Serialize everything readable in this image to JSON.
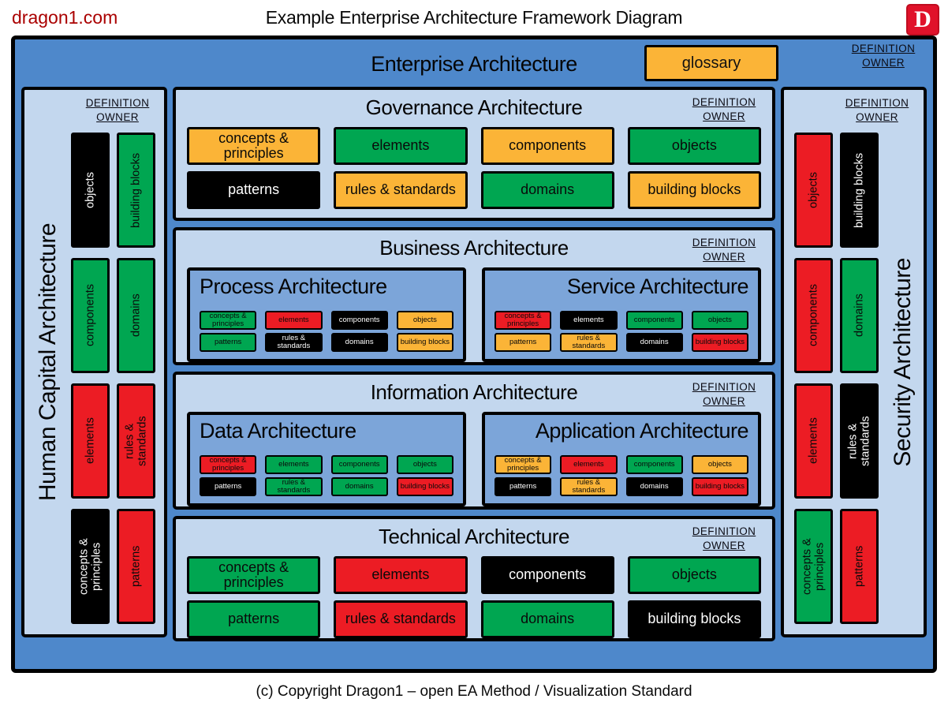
{
  "colors": {
    "orange": "#FBB437",
    "green": "#00A651",
    "red": "#EC1C24",
    "black": "#000000",
    "mainBlue": "#4E88CB",
    "panelBlue": "#C3D7EE",
    "subPanelBlue": "#7CA5D9",
    "brandRed": "#AA0000",
    "logoRed": "#E0122A"
  },
  "labels": {
    "definition_owner": "DEFINITION OWNER"
  },
  "header": {
    "brand": "dragon1.com",
    "title": "Example Enterprise Architecture Framework Diagram",
    "logo_letter": "D"
  },
  "enterprise": {
    "title": "Enterprise Architecture",
    "glossary_label": "glossary"
  },
  "left_panel": {
    "title": "Human Capital Architecture",
    "blocks": [
      {
        "label": "objects",
        "color": "black"
      },
      {
        "label": "building blocks",
        "color": "green"
      },
      {
        "label": "components",
        "color": "green"
      },
      {
        "label": "domains",
        "color": "green"
      },
      {
        "label": "elements",
        "color": "red"
      },
      {
        "label": "rules & standards",
        "color": "red"
      },
      {
        "label": "concepts & principles",
        "color": "black"
      },
      {
        "label": "patterns",
        "color": "red"
      }
    ]
  },
  "right_panel": {
    "title": "Security Architecture",
    "blocks": [
      {
        "label": "objects",
        "color": "red"
      },
      {
        "label": "building blocks",
        "color": "black"
      },
      {
        "label": "components",
        "color": "red"
      },
      {
        "label": "domains",
        "color": "green"
      },
      {
        "label": "elements",
        "color": "red"
      },
      {
        "label": "rules & standards",
        "color": "black"
      },
      {
        "label": "concepts & principles",
        "color": "green"
      },
      {
        "label": "patterns",
        "color": "red"
      }
    ]
  },
  "sections": {
    "governance": {
      "title": "Governance Architecture",
      "blocks": [
        {
          "label": "concepts & principles",
          "color": "orange"
        },
        {
          "label": "elements",
          "color": "green"
        },
        {
          "label": "components",
          "color": "orange"
        },
        {
          "label": "objects",
          "color": "green"
        },
        {
          "label": "patterns",
          "color": "black"
        },
        {
          "label": "rules & standards",
          "color": "orange"
        },
        {
          "label": "domains",
          "color": "green"
        },
        {
          "label": "building blocks",
          "color": "orange"
        }
      ]
    },
    "business": {
      "title": "Business Architecture",
      "process": {
        "title": "Process Architecture",
        "blocks": [
          {
            "label": "concepts & principles",
            "color": "green"
          },
          {
            "label": "elements",
            "color": "red"
          },
          {
            "label": "components",
            "color": "black"
          },
          {
            "label": "objects",
            "color": "orange"
          },
          {
            "label": "patterns",
            "color": "green"
          },
          {
            "label": "rules & standards",
            "color": "black"
          },
          {
            "label": "domains",
            "color": "black"
          },
          {
            "label": "building blocks",
            "color": "orange"
          }
        ]
      },
      "service": {
        "title": "Service Architecture",
        "blocks": [
          {
            "label": "concepts & principles",
            "color": "red"
          },
          {
            "label": "elements",
            "color": "black"
          },
          {
            "label": "components",
            "color": "green"
          },
          {
            "label": "objects",
            "color": "green"
          },
          {
            "label": "patterns",
            "color": "orange"
          },
          {
            "label": "rules & standards",
            "color": "orange"
          },
          {
            "label": "domains",
            "color": "black"
          },
          {
            "label": "building blocks",
            "color": "red"
          }
        ]
      }
    },
    "information": {
      "title": "Information Architecture",
      "data": {
        "title": "Data Architecture",
        "blocks": [
          {
            "label": "concepts & principles",
            "color": "red"
          },
          {
            "label": "elements",
            "color": "green"
          },
          {
            "label": "components",
            "color": "green"
          },
          {
            "label": "objects",
            "color": "green"
          },
          {
            "label": "patterns",
            "color": "black"
          },
          {
            "label": "rules & standards",
            "color": "green"
          },
          {
            "label": "domains",
            "color": "green"
          },
          {
            "label": "building blocks",
            "color": "red"
          }
        ]
      },
      "application": {
        "title": "Application Architecture",
        "blocks": [
          {
            "label": "concepts & principles",
            "color": "orange"
          },
          {
            "label": "elements",
            "color": "red"
          },
          {
            "label": "components",
            "color": "green"
          },
          {
            "label": "objects",
            "color": "orange"
          },
          {
            "label": "patterns",
            "color": "black"
          },
          {
            "label": "rules & standards",
            "color": "orange"
          },
          {
            "label": "domains",
            "color": "black"
          },
          {
            "label": "building blocks",
            "color": "red"
          }
        ]
      }
    },
    "technical": {
      "title": "Technical Architecture",
      "blocks": [
        {
          "label": "concepts & principles",
          "color": "green"
        },
        {
          "label": "elements",
          "color": "red"
        },
        {
          "label": "components",
          "color": "black"
        },
        {
          "label": "objects",
          "color": "green"
        },
        {
          "label": "patterns",
          "color": "green"
        },
        {
          "label": "rules & standards",
          "color": "red"
        },
        {
          "label": "domains",
          "color": "green"
        },
        {
          "label": "building blocks",
          "color": "black"
        }
      ]
    }
  },
  "footer": {
    "copyright": "(c) Copyright Dragon1 – open EA Method / Visualization Standard"
  }
}
